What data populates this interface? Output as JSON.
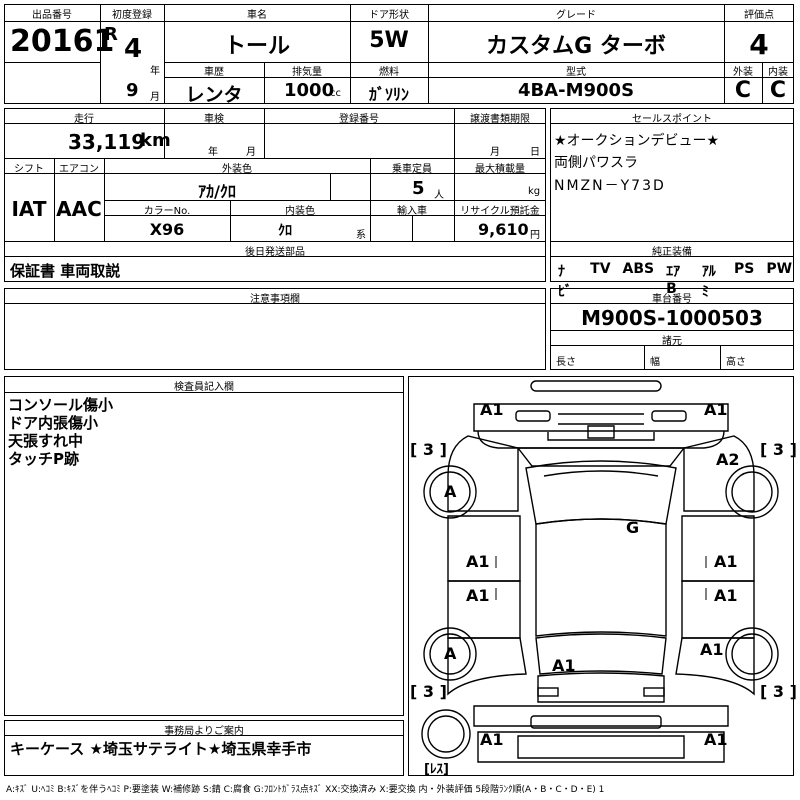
{
  "header": {
    "lot_label": "出品番号",
    "lot": "20161",
    "first_reg_label": "初度登録",
    "era": "R",
    "year_val": "4",
    "year_unit": "年",
    "month_val": "9",
    "month_unit": "月",
    "car_name_label": "車名",
    "car_name": "トール",
    "door_label": "ドア形状",
    "door": "5W",
    "grade_label": "グレード",
    "grade": "カスタムG ターボ",
    "score_label": "評価点",
    "score": "4",
    "history_label": "車歴",
    "history": "レンタ",
    "displacement_label": "排気量",
    "displacement": "1000",
    "displacement_unit": "cc",
    "fuel_label": "燃料",
    "fuel": "ｶﾞｿﾘﾝ",
    "model_label": "型式",
    "model": "4BA-M900S",
    "exterior_label": "外装",
    "exterior": "C",
    "interior_label": "内装",
    "interior": "C"
  },
  "row2": {
    "mileage_label": "走行",
    "mileage": "33,119",
    "mileage_unit": "km",
    "inspection_label": "車検",
    "insp_year_unit": "年",
    "insp_month_unit": "月",
    "reg_no_label": "登録番号",
    "transfer_label": "譲渡書類期限",
    "transfer_month_unit": "月",
    "transfer_day_unit": "日",
    "shift_label": "シフト",
    "shift": "IAT",
    "ac_label": "エアコン",
    "ac": "AAC",
    "color_label": "外装色",
    "color": "ｱｶ/ｸﾛ",
    "capacity_label": "乗車定員",
    "capacity": "5",
    "capacity_unit": "人",
    "load_label": "最大積載量",
    "load_unit": "kg",
    "color_no_label": "カラーNo.",
    "color_no": "X96",
    "int_color_label": "内装色",
    "int_color": "ｸﾛ",
    "int_color_unit": "系",
    "import_label": "輸入車",
    "recycle_label": "リサイクル預託金",
    "recycle": "9,610",
    "recycle_unit": "円",
    "later_label": "後日発送部品",
    "later": "保証書 車両取説"
  },
  "sales": {
    "label": "セールスポイント",
    "lines": [
      "★オークションデビュー★",
      "両側パワスラ",
      "NMZN－Y73D"
    ]
  },
  "equipment": {
    "label": "純正装備",
    "items": [
      "ﾅﾋﾞ",
      "TV",
      "ABS",
      "ｴｱB",
      "ｱﾙﾐ",
      "PS",
      "PW"
    ]
  },
  "caution": {
    "label": "注意事項欄"
  },
  "chassis": {
    "label": "車台番号",
    "value": "M900S-1000503",
    "spec_label": "諸元",
    "length_label": "長さ",
    "width_label": "幅",
    "height_label": "高さ"
  },
  "inspector": {
    "label": "検査員記入欄",
    "notes": [
      "コンソール傷小",
      "ドア内張傷小",
      "天張すれ中",
      "タッチP跡"
    ]
  },
  "office": {
    "label": "事務局よりご案内",
    "text": "キーケース ★埼玉サテライト★埼玉県幸手市"
  },
  "diagram": {
    "front_left": "A1",
    "front_right": "A1",
    "tire_fl": "A",
    "tire_fr": "A2",
    "windshield": "G",
    "door_fl": "A1",
    "door_fr": "A1",
    "door_rl": "A1",
    "door_rr": "A1",
    "tire_rl": "A",
    "tire_rr": "A1",
    "roof_rear": "A1",
    "rear_left": "A1",
    "rear_right": "A1",
    "tread_fl": "[ 3 ]",
    "tread_fr": "[ 3 ]",
    "tread_rl": "[ 3 ]",
    "tread_rr": "[ 3 ]",
    "spare": "[ﾚｽ]"
  },
  "legend": "A:ｷｽﾞ U:ﾍｺﾐ B:ｷｽﾞを伴うﾍｺﾐ P:要塗装 W:補修跡 S:錆 C:腐食 G:ﾌﾛﾝﾄｶﾞﾗｽ点ｷｽﾞ XX:交換済み X:要交換 内・外装評価 5段階ﾗﾝｸ順(A・B・C・D・E) 1"
}
